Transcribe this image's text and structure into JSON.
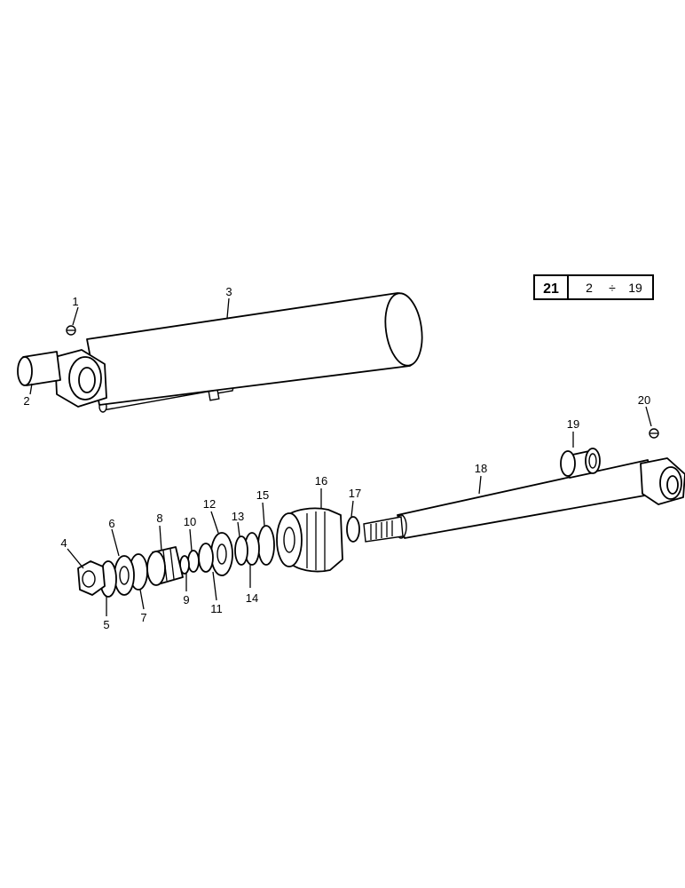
{
  "callouts": [
    "1",
    "2",
    "3",
    "4",
    "5",
    "6",
    "7",
    "8",
    "9",
    "10",
    "11",
    "12",
    "13",
    "14",
    "15",
    "16",
    "17",
    "18",
    "19",
    "20"
  ],
  "reference_box": {
    "assembly_number": "21",
    "range_start": "2",
    "range_symbol": "÷",
    "range_end": "19"
  }
}
